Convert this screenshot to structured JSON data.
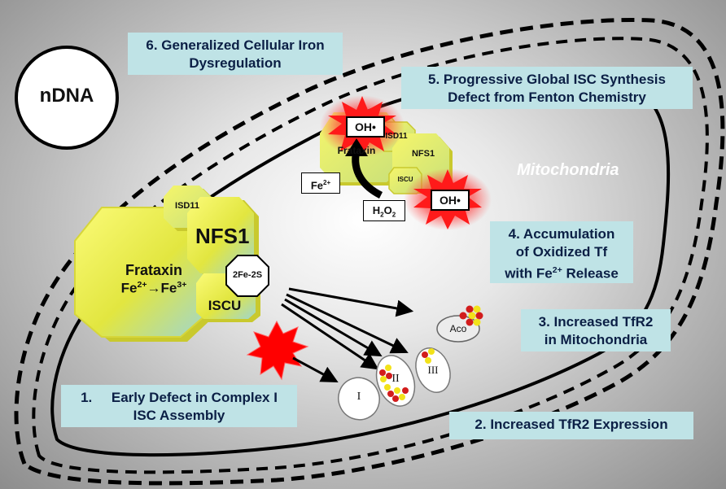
{
  "labels": {
    "ndna": "nDNA",
    "mitochondria": "Mitochondria",
    "box6": [
      "6. Generalized Cellular Iron",
      "Dysregulation"
    ],
    "box5": [
      "5. Progressive Global ISC Synthesis",
      "Defect from Fenton Chemistry"
    ],
    "box4": [
      "4. Accumulation",
      "of Oxidized Tf",
      "with Fe2+ Release"
    ],
    "box3": [
      "3. Increased TfR2",
      "in Mitochondria"
    ],
    "box2": "2. Increased TfR2 Expression",
    "box1": [
      "1.     Early Defect in Complex I",
      "ISC Assembly"
    ]
  },
  "complex_large": {
    "isd11": "ISD11",
    "nfs1": "NFS1",
    "frataxin": "Frataxin",
    "reaction_from": "Fe",
    "reaction_from_charge": "2+",
    "reaction_arrow": "→",
    "reaction_to": "Fe",
    "reaction_to_charge": "3+",
    "cluster": "2Fe-2S",
    "iscu": "ISCU"
  },
  "complex_small": {
    "isd11": "ISD11",
    "nfs1": "NFS1",
    "frataxin": "Frataxin",
    "iscu": "ISCU"
  },
  "radicals": {
    "oh1": "OH•",
    "oh2": "OH•"
  },
  "fe2": {
    "symbol": "Fe",
    "charge": "2+"
  },
  "h2o2": {
    "h": "H",
    "two1": "2",
    "o": "O",
    "two2": "2"
  },
  "complexes": {
    "c1": "I",
    "c2": "II",
    "c3": "III",
    "aco": "Aco"
  },
  "colors": {
    "box_fill": "#bfe3e6",
    "box_text": "#0b1f45",
    "protein_yellow": "#e9e94a",
    "radical_red": "#e50000",
    "cluster_red": "#d21c1c",
    "cluster_yellow": "#f2e21a"
  }
}
